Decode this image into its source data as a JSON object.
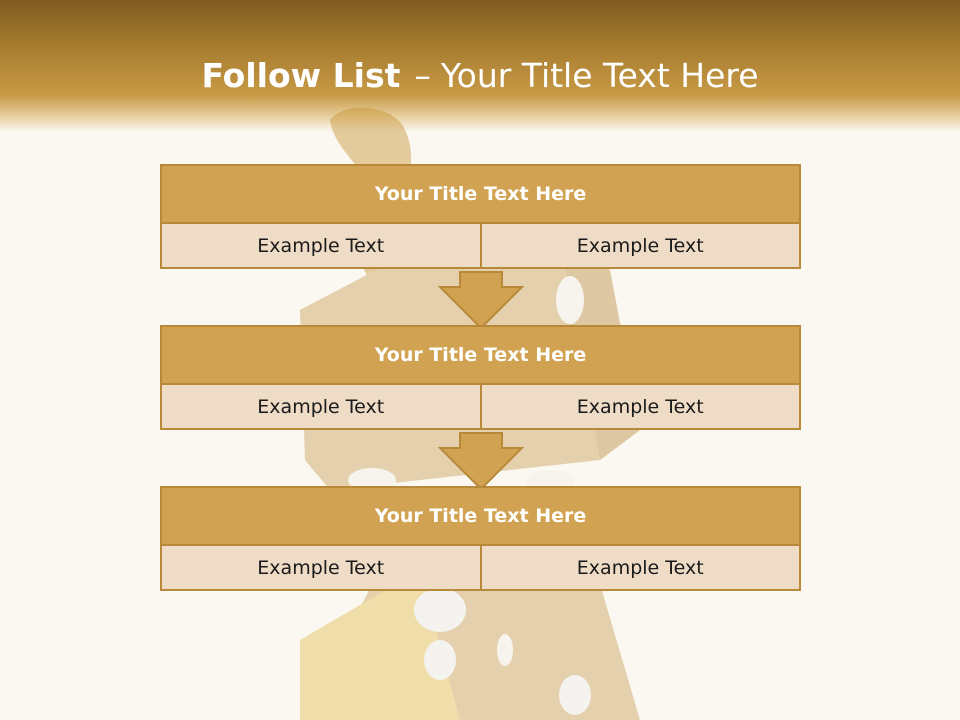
{
  "slide": {
    "title_bold": "Follow List",
    "title_sep": "–",
    "title_rest": "Your Title Text Here"
  },
  "steps": [
    {
      "title": "Your Title Text Here",
      "left": "Example Text",
      "right": "Example Text"
    },
    {
      "title": "Your Title Text Here",
      "left": "Example Text",
      "right": "Example Text"
    },
    {
      "title": "Your Title Text Here",
      "left": "Example Text",
      "right": "Example Text"
    }
  ],
  "colors": {
    "header_top": "#7e5a22",
    "header_bottom": "#c79a45",
    "box_title_fill": "#d1a251",
    "box_body_fill": "#efdcc6",
    "border": "#b9893a",
    "background": "#fbf8f1"
  }
}
